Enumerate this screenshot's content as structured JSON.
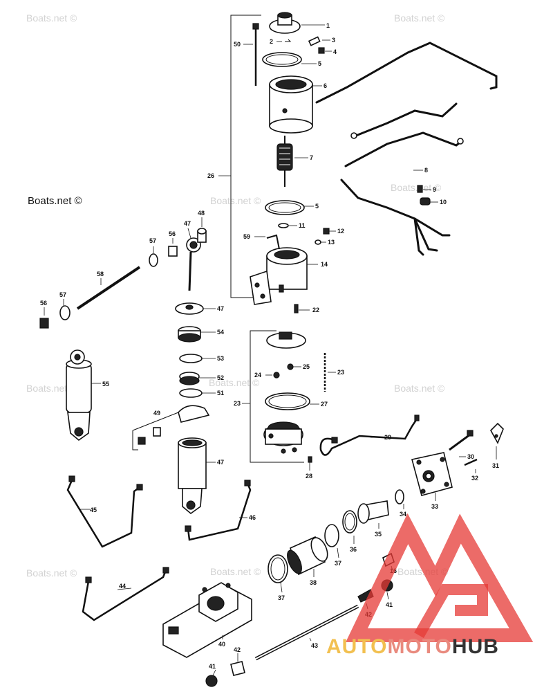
{
  "watermark": "Boats.net ©",
  "logo": {
    "part1": "AUTO",
    "part2": "MOTO",
    "part3": "HUB",
    "colors": {
      "auto": "#f2c050",
      "moto": "#e98a7e",
      "hub": "#333333",
      "mark": "#e53935"
    }
  },
  "callouts": {
    "c1": "1",
    "c2": "2",
    "c3": "3",
    "c4": "4",
    "c5a": "5",
    "c5b": "5",
    "c6": "6",
    "c7": "7",
    "c8": "8",
    "c9": "9",
    "c10": "10",
    "c11": "11",
    "c12": "12",
    "c13": "13",
    "c14": "14",
    "c16": "16",
    "c22": "22",
    "c23a": "23",
    "c23b": "23",
    "c24": "24",
    "c25": "25",
    "c26": "26",
    "c27": "27",
    "c28": "28",
    "c29": "29",
    "c30": "30",
    "c31": "31",
    "c32": "32",
    "c33": "33",
    "c34": "34",
    "c35": "35",
    "c36": "36",
    "c37a": "37",
    "c37b": "37",
    "c38": "38",
    "c40": "40",
    "c41a": "41",
    "c41b": "41",
    "c42a": "42",
    "c42b": "42",
    "c43": "43",
    "c44": "44",
    "c45": "45",
    "c46": "46",
    "c47a": "47",
    "c47b": "47",
    "c47c": "47",
    "c48": "48",
    "c49": "49",
    "c50": "50",
    "c51": "51",
    "c52": "52",
    "c53": "53",
    "c54": "54",
    "c55": "55",
    "c56": "56",
    "c57a": "57",
    "c57b": "57",
    "c58": "58",
    "c59": "59"
  }
}
